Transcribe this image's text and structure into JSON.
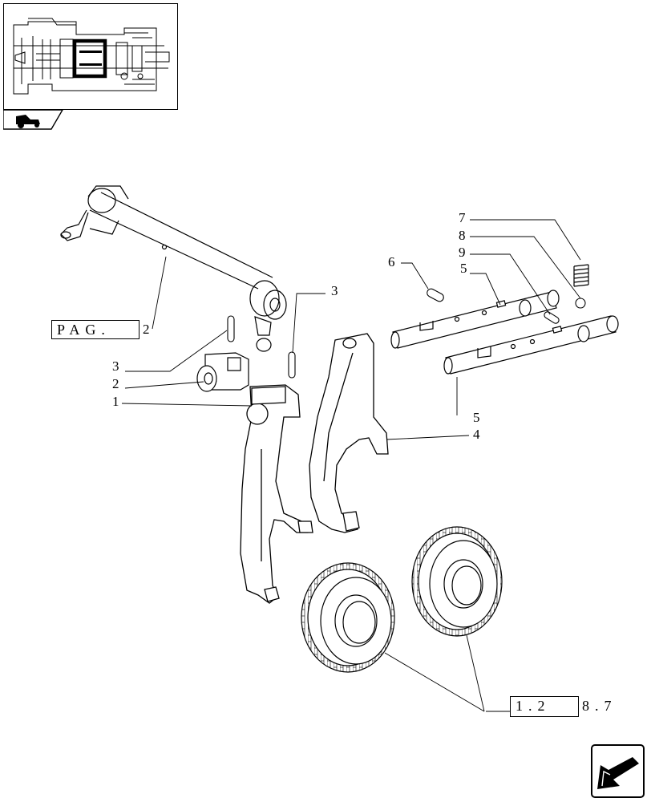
{
  "diagram": {
    "callouts": {
      "c1": "1",
      "c2_left": "2",
      "c2_pag": "2",
      "c3_left": "3",
      "c3_right": "3",
      "c4": "4",
      "c5_top": "5",
      "c5_bottom": "5",
      "c6": "6",
      "c7": "7",
      "c8": "8",
      "c9": "9"
    },
    "references": {
      "pag_label": "PAG.",
      "section_ref_main": "1.2",
      "section_ref_tail": "8.7"
    }
  },
  "icons": {
    "nav_bottom": "next-page-arrow-icon",
    "nav_top": "tractor-section-icon"
  }
}
